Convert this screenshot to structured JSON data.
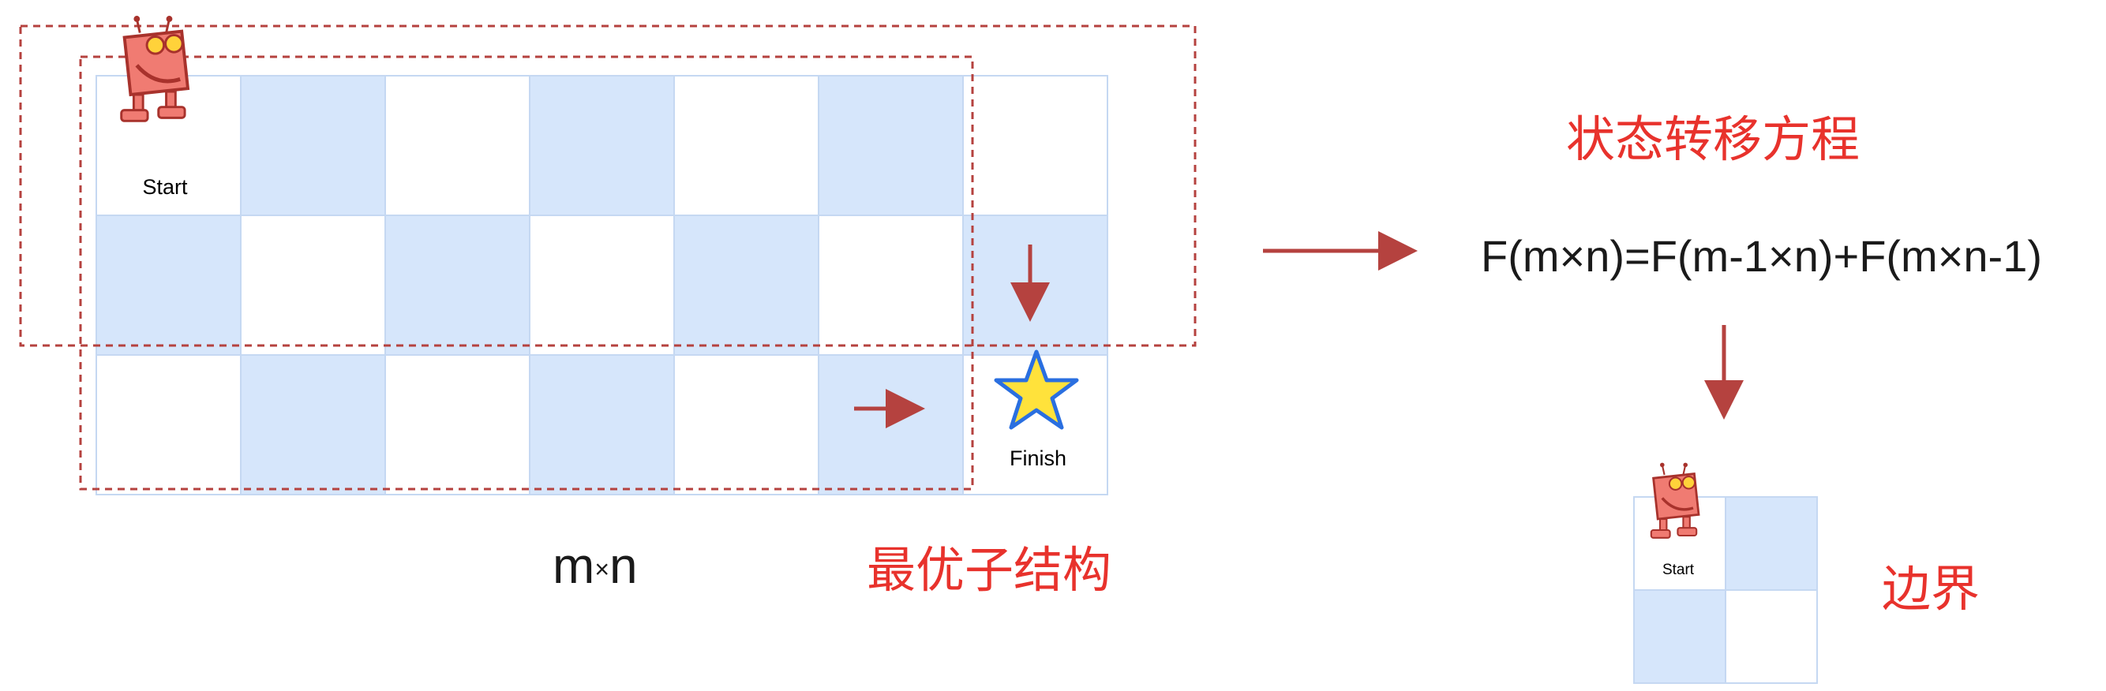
{
  "grid": {
    "rows": 3,
    "cols": 7,
    "start_label": "Start",
    "finish_label": "Finish",
    "colors": {
      "light": "#d6e6fb",
      "white": "#ffffff",
      "border": "#c5d8f2"
    }
  },
  "labels": {
    "size_prefix": "m",
    "size_x": "×",
    "size_suffix": "n",
    "optimal_substructure": "最优子结构",
    "state_transition": "状态转移方程",
    "equation": "F(m×n)=F(m-1×n)+F(m×n-1)",
    "boundary": "边界"
  },
  "small_grid": {
    "rows": 2,
    "cols": 2,
    "start_label": "Start"
  },
  "colors": {
    "arrow": "#b5423f",
    "dash": "#b5423f",
    "red_text": "#e8322c",
    "star_fill": "#ffe23b",
    "star_stroke": "#2a6fe0",
    "robot_body": "#f07b72",
    "robot_dark": "#a8322c"
  },
  "icons": [
    "robot-icon",
    "star-icon",
    "arrow-right-icon",
    "arrow-down-icon"
  ]
}
